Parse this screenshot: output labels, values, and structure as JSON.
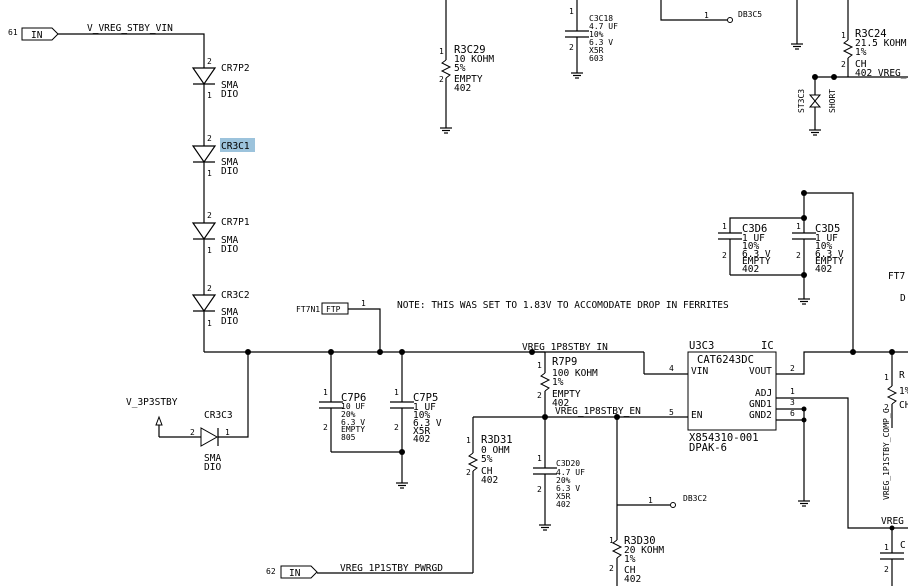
{
  "ports": {
    "in_top": {
      "num": "61",
      "label": "IN"
    },
    "in_bottom": {
      "num": "62",
      "label": "IN"
    }
  },
  "nets": {
    "v_vreg_stby_vin": "V_VREG_STBY_VIN",
    "v_3p3stby": "V_3P3STBY",
    "vreg_1p8stby_in": "VREG_1P8STBY_IN",
    "vreg_1p8stby_en": "VREG_1P8STBY_EN",
    "vreg_1p1stby_pwrgd": "VREG_1P1STBY_PWRGD",
    "vreg_right": "VREG",
    "vreg_1p1stby_comp_partial": "VREG_1P1STBY_COMP_C",
    "vreg_top_partial": "402 VREG_"
  },
  "note": "NOTE: THIS WAS SET TO 1.83V TO ACCOMODATE DROP IN FERRITES",
  "diodes": [
    {
      "ref": "CR7P2",
      "pin_top": "2",
      "pin_bot": "1",
      "type1": "SMA",
      "type2": "DIO",
      "highlight": false
    },
    {
      "ref": "CR3C1",
      "pin_top": "2",
      "pin_bot": "1",
      "type1": "SMA",
      "type2": "DIO",
      "highlight": true
    },
    {
      "ref": "CR7P1",
      "pin_top": "2",
      "pin_bot": "1",
      "type1": "SMA",
      "type2": "DIO",
      "highlight": false
    },
    {
      "ref": "CR3C2",
      "pin_top": "2",
      "pin_bot": "1",
      "type1": "SMA",
      "type2": "DIO",
      "highlight": false
    }
  ],
  "cr3c3": {
    "ref": "CR3C3",
    "pin_l": "2",
    "pin_r": "1",
    "type1": "SMA",
    "type2": "DIO"
  },
  "ftp": {
    "ref": "FT7N1",
    "label": "FTP",
    "pin": "1"
  },
  "resistors": {
    "r3c29": {
      "pin1": "1",
      "pin2": "2",
      "ref": "R3C29",
      "v": "10 KOHM",
      "tol": "5%",
      "pkg": "EMPTY",
      "sz": "402"
    },
    "r7p9": {
      "pin1": "1",
      "pin2": "2",
      "ref": "R7P9",
      "v": "100 KOHM",
      "tol": "1%",
      "pkg": "EMPTY",
      "sz": "402"
    },
    "r3d31": {
      "pin1": "1",
      "pin2": "2",
      "ref": "R3D31",
      "v": "0 OHM",
      "tol": "5%",
      "pkg": "CH",
      "sz": "402"
    },
    "r3d30": {
      "pin1": "1",
      "pin2": "2",
      "ref": "R3D30",
      "v": "20 KOHM",
      "tol": "1%",
      "pkg": "CH",
      "sz": "402"
    },
    "r3c24": {
      "pin1": "1",
      "pin2": "2",
      "ref": "R3C24",
      "v": "21.5 KOHM",
      "tol": "1%",
      "pkg": "CH"
    }
  },
  "caps": {
    "c3c18": {
      "pin1": "1",
      "pin2": "2",
      "ref": "C3C18",
      "v": "4.7 UF",
      "tol": "10%",
      "volt": "6.3 V",
      "diel": "X5R",
      "sz": "603"
    },
    "c7p6": {
      "pin1": "1",
      "pin2": "2",
      "ref": "C7P6",
      "v": "10 UF",
      "tol": "20%",
      "volt": "6.3 V",
      "diel": "EMPTY",
      "sz": "805"
    },
    "c7p5": {
      "pin1": "1",
      "pin2": "2",
      "ref": "C7P5",
      "v": "1 UF",
      "tol": "10%",
      "volt": "6.3 V",
      "diel": "X5R",
      "sz": "402"
    },
    "c3d20": {
      "pin1": "1",
      "pin2": "2",
      "ref": "C3D20",
      "v": "4.7 UF",
      "tol": "20%",
      "volt": "6.3 V",
      "diel": "X5R",
      "sz": "402"
    },
    "c3d6": {
      "pin1": "1",
      "pin2": "2",
      "ref": "C3D6",
      "v": "1 UF",
      "tol": "10%",
      "volt": "6.3 V",
      "diel": "EMPTY",
      "sz": "402"
    },
    "c3d5": {
      "pin1": "1",
      "pin2": "2",
      "ref": "C3D5",
      "v": "1 UF",
      "tol": "10%",
      "volt": "6.3 V",
      "diel": "EMPTY",
      "sz": "402"
    }
  },
  "ic": {
    "ref": "U3C3",
    "tag": "IC",
    "part": "CAT6243DC",
    "vin": "VIN",
    "en": "EN",
    "vout": "VOUT",
    "adj": "ADJ",
    "gnd1": "GND1",
    "gnd2": "GND2",
    "p_vin": "4",
    "p_en": "5",
    "p_vout": "2",
    "p_adj": "1",
    "p_gnd1": "3",
    "p_gnd2": "6",
    "pn": "X854310-001",
    "pkg": "DPAK-6"
  },
  "debug": {
    "db3c5": "DB3C5",
    "db3c2": "DB3C2",
    "pin": "1"
  },
  "st3c3": {
    "ref": "ST3C3",
    "type": "SHORT"
  },
  "partials": {
    "ft7": "FT7",
    "d": "D",
    "right_pin1": "1",
    "right_pin2": "2",
    "r_frag": "R",
    "r_frag_tol": "1%",
    "r_frag_ch": "CH",
    "c_frag": "C"
  }
}
